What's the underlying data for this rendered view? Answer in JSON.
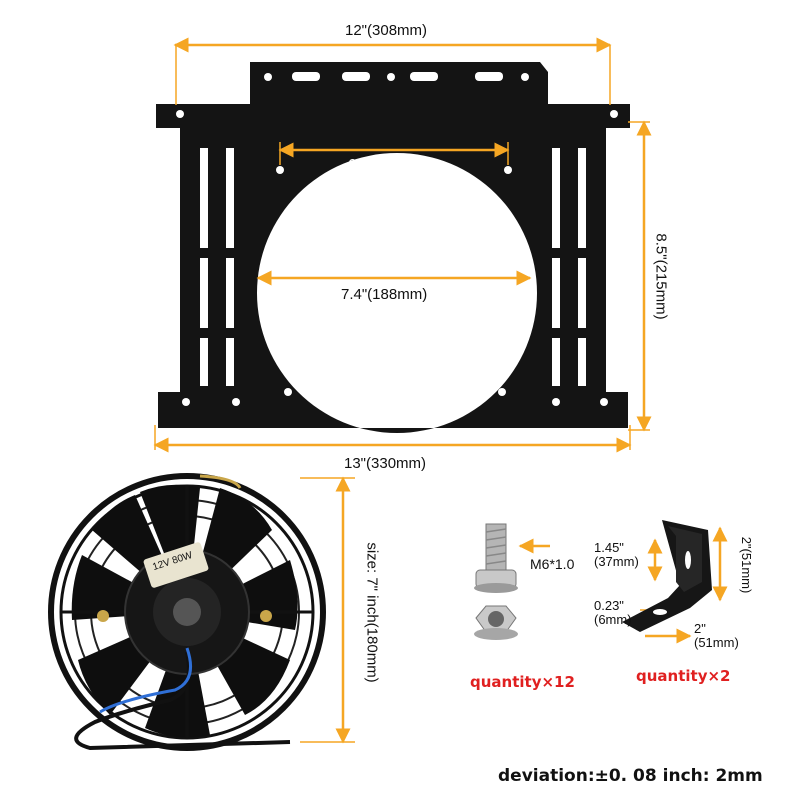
{
  "bracket": {
    "width_top": "12\"(308mm)",
    "hole_spacing": "6\"(153mm)",
    "opening": "7.4\"(188mm)",
    "height": "8.5\"(215mm)",
    "width_bottom": "13\"(330mm)"
  },
  "fan": {
    "size": "size: 7\" inch(180mm)",
    "motor_label": "12V 80W"
  },
  "hardware": {
    "bolt_spec": "M6*1.0",
    "bolt_quantity": "quantity×12",
    "bracket_height": "1.45\"\n(37mm)",
    "bracket_thickness": "0.23\"\n(6mm)",
    "bracket_side": "2\"(51mm)",
    "bracket_base": "2\"\n(51mm)",
    "bracket_quantity": "quantity×2"
  },
  "footer": {
    "deviation": "deviation:±0. 08 inch: 2mm"
  },
  "colors": {
    "dimension_line": "#f5a623",
    "quantity_text": "#e02020",
    "metal": "#141414"
  }
}
